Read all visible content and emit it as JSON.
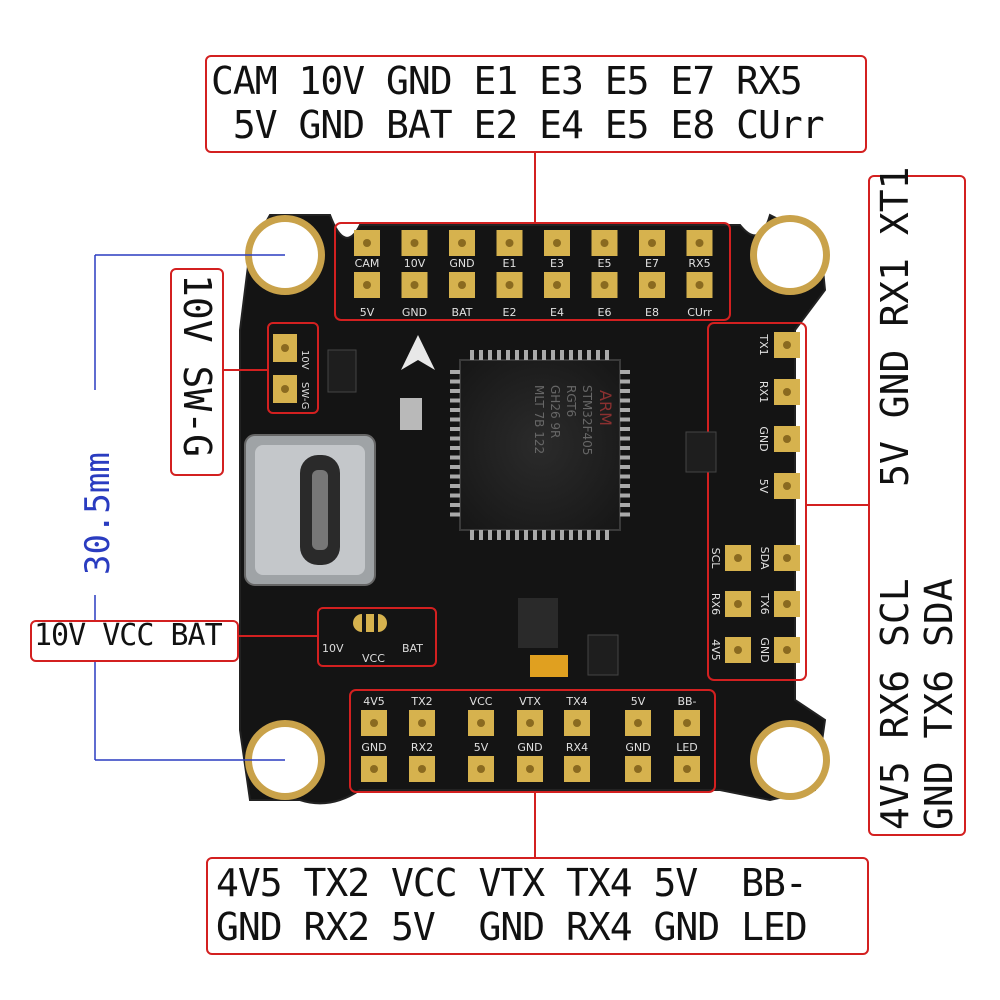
{
  "top_labels": {
    "row1": "CAM 10V GND E1 E3 E5 E7 RX5",
    "row2": " 5V GND BAT E2 E4 E5 E8 CUrr"
  },
  "bottom_labels": {
    "row1": "4V5 TX2 VCC VTX TX4 5V  BB-",
    "row2": "GND RX2 5V  GND RX4 GND LED"
  },
  "right_labels": {
    "col1": "4V5 RX6 SCL    5V GND RX1 XT1",
    "col2": "GND TX6 SDA"
  },
  "left_sw_label": "10V SW-G",
  "left_vcc_label": "10V VCC BAT",
  "dimension_label": "30.5mm",
  "board": {
    "top_pad_silk_top": [
      "CAM",
      "10V",
      "GND",
      "E1",
      "E3",
      "E5",
      "E7",
      "RX5"
    ],
    "top_pad_silk_bottom": [
      "5V",
      "GND",
      "BAT",
      "E2",
      "E4",
      "E6",
      "E8",
      "CUrr"
    ],
    "right_pad_silk": [
      "TX1",
      "RX1",
      "GND",
      "5V"
    ],
    "right_pair_silk_left": [
      "SCL",
      "RX6",
      "4V5"
    ],
    "right_pair_silk_right": [
      "SDA",
      "TX6",
      "GND"
    ],
    "bottom_pad_silk_top": [
      "4V5",
      "TX2",
      "VCC",
      "VTX",
      "TX4",
      "5V",
      "BB-"
    ],
    "bottom_pad_silk_bottom": [
      "GND",
      "RX2",
      "5V",
      "GND",
      "RX4",
      "GND",
      "LED"
    ],
    "left_pad_silk": [
      "10V",
      "SW-G"
    ],
    "vcc_jumper_silk": [
      "10V",
      "VCC",
      "BAT"
    ],
    "mcu_text": [
      "ARM",
      "STM32F405",
      "RGT6",
      "GH26 9R",
      "MLT 7B 122"
    ],
    "board_color": "#141414",
    "pad_color": "#d6b24e",
    "callout_color": "#d32020",
    "dimension_color": "#2a3cc0"
  }
}
